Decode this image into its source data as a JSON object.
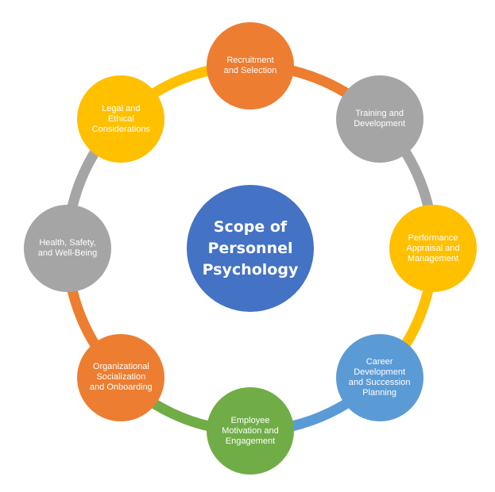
{
  "center": {
    "label": "Scope of\nPersonnel\nPsychology",
    "color": "#4472C4"
  },
  "nodes": [
    {
      "id": "recruitment-and-selection",
      "label": "Recruitment\nand Selection",
      "color": "#ED7D31"
    },
    {
      "id": "training-and-development",
      "label": "Training and\nDevelopment",
      "color": "#A5A5A5"
    },
    {
      "id": "performance-appraisal-and-management",
      "label": "Performance\nAppraisal and\nManagement",
      "color": "#FFC000"
    },
    {
      "id": "career-development-and-succession-planning",
      "label": "Career\nDevelopment\nand Succession\nPlanning",
      "color": "#5B9BD5"
    },
    {
      "id": "employee-motivation-and-engagement",
      "label": "Employee\nMotivation and\nEngagement",
      "color": "#70AD47"
    },
    {
      "id": "organizational-socialization-and-onboarding",
      "label": "Organizational\nSocialization\nand Onboarding",
      "color": "#ED7D31"
    },
    {
      "id": "health-safety-and-well-being",
      "label": "Health, Safety,\nand Well-Being",
      "color": "#A5A5A5"
    },
    {
      "id": "legal-and-ethical-considerations",
      "label": "Legal and\nEthical\nConsiderations",
      "color": "#FFC000"
    }
  ],
  "connectors": [
    {
      "id": "connector-recruitment-to-training",
      "color": "#ED7D31"
    },
    {
      "id": "connector-training-to-performance",
      "color": "#A5A5A5"
    },
    {
      "id": "connector-performance-to-career",
      "color": "#FFC000"
    },
    {
      "id": "connector-career-to-motivation",
      "color": "#5B9BD5"
    },
    {
      "id": "connector-motivation-to-socialization",
      "color": "#70AD47"
    },
    {
      "id": "connector-socialization-to-health",
      "color": "#ED7D31"
    },
    {
      "id": "connector-health-to-legal",
      "color": "#A5A5A5"
    },
    {
      "id": "connector-legal-to-recruitment",
      "color": "#FFC000"
    }
  ]
}
